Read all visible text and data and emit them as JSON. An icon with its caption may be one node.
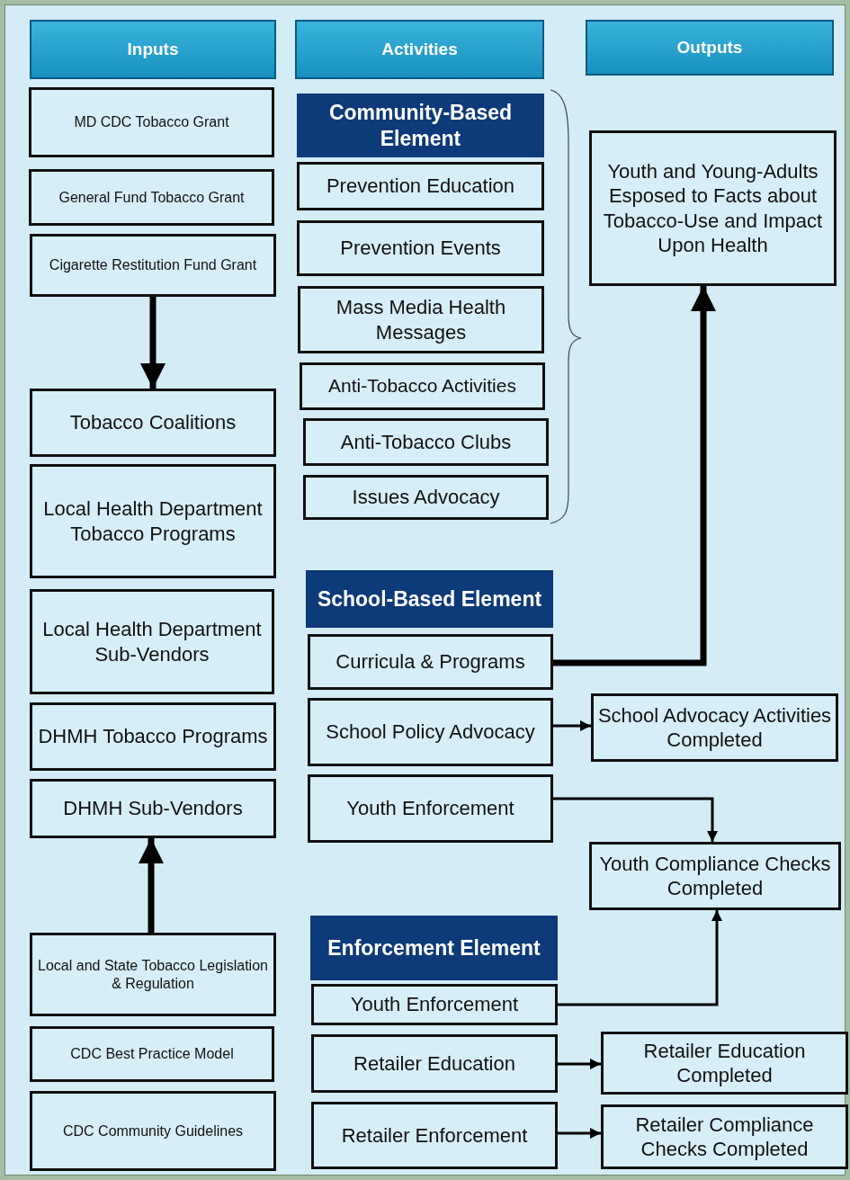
{
  "diagram": {
    "nodes": [
      {
        "text": [
          "Inputs"
        ]
      },
      {
        "text": [
          "Activities"
        ]
      },
      {
        "text": [
          "Outputs"
        ]
      },
      {
        "text": [
          "MD CDC Tobacco Grant"
        ]
      },
      {
        "text": [
          "General Fund Tobacco Grant"
        ]
      },
      {
        "text": [
          "Cigarette Restitution Fund Grant"
        ]
      },
      {
        "text": [
          "Tobacco Coalitions"
        ]
      },
      {
        "text": [
          "Local Health Department Tobacco Programs"
        ]
      },
      {
        "text": [
          "Local Health Department Sub-Vendors"
        ]
      },
      {
        "text": [
          "DHMH Tobacco Programs"
        ]
      },
      {
        "text": [
          "DHMH Sub-Vendors"
        ]
      },
      {
        "text": [
          "Local and State Tobacco Legislation & Regulation"
        ]
      },
      {
        "text": [
          "CDC Best Practice Model"
        ]
      },
      {
        "text": [
          "CDC Community Guidelines"
        ]
      },
      {
        "text": [
          "Community-Based Element"
        ]
      },
      {
        "text": [
          "Prevention Education"
        ]
      },
      {
        "text": [
          "Prevention Events"
        ]
      },
      {
        "text": [
          "Mass Media Health Messages"
        ]
      },
      {
        "text": [
          "Anti-Tobacco Activities"
        ]
      },
      {
        "text": [
          "Anti-Tobacco Clubs"
        ]
      },
      {
        "text": [
          "Issues Advocacy"
        ]
      },
      {
        "text": [
          "Youth and Young-Adults Esposed to Facts about Tobacco-Use and Impact Upon Health"
        ]
      },
      {
        "text": [
          "School-Based Element"
        ]
      },
      {
        "text": [
          "Curricula & Programs"
        ]
      },
      {
        "text": [
          "School Policy Advocacy"
        ]
      },
      {
        "text": [
          "School Advocacy Activities Completed"
        ]
      },
      {
        "text": [
          "Youth Enforcement"
        ]
      },
      {
        "text": [
          "Youth Compliance Checks Completed"
        ]
      },
      {
        "text": [
          "Enforcement Element"
        ]
      },
      {
        "text": [
          "Youth Enforcement"
        ]
      },
      {
        "text": [
          "Retailer Education"
        ]
      },
      {
        "text": [
          "Retailer Education Completed"
        ]
      },
      {
        "text": [
          "Retailer Enforcement"
        ]
      },
      {
        "text": [
          "Retailer Compliance Checks Completed"
        ]
      }
    ],
    "edges": [
      {
        "from": 5,
        "to": 6,
        "arrow": "to",
        "style": "thick"
      },
      {
        "from": 11,
        "to": 10,
        "arrow": "to",
        "style": "thick"
      },
      {
        "from": 23,
        "to": 21,
        "arrow": "to",
        "style": "thick"
      },
      {
        "from": 24,
        "to": 25,
        "arrow": "to"
      },
      {
        "from": 26,
        "to": 27,
        "arrow": "to"
      },
      {
        "from": 29,
        "to": 27,
        "arrow": "to"
      },
      {
        "from": 30,
        "to": 31,
        "arrow": "to"
      },
      {
        "from": 32,
        "to": 33,
        "arrow": "to"
      }
    ]
  }
}
